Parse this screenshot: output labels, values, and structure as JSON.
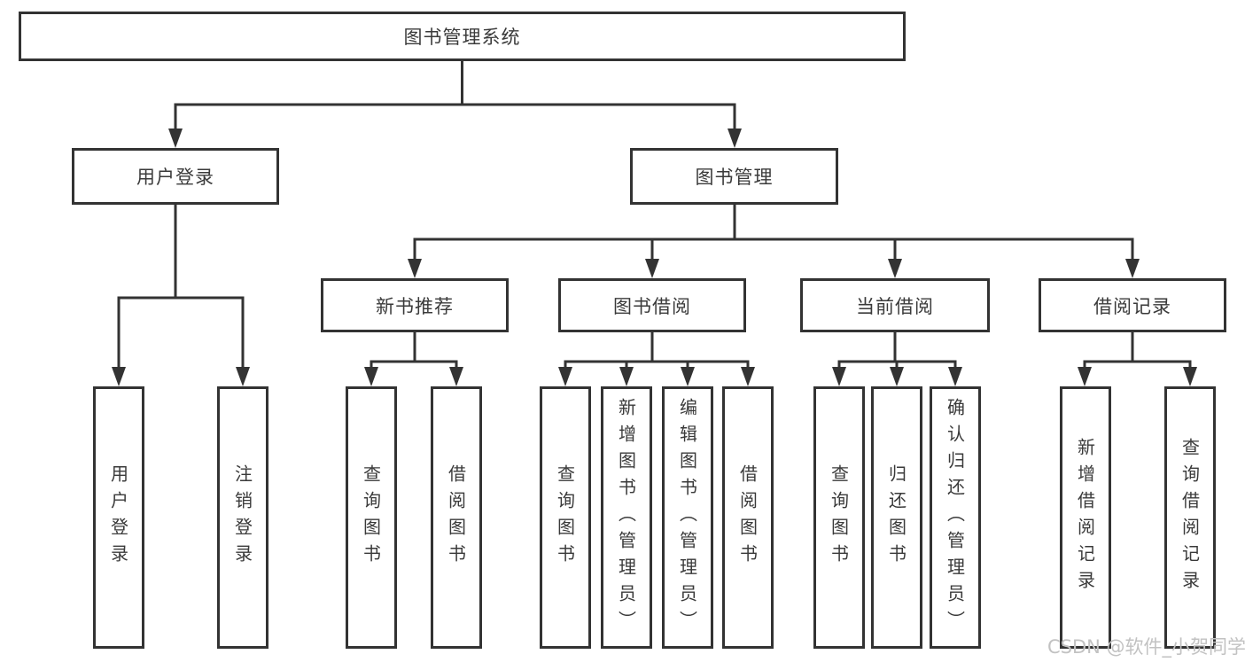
{
  "tree": {
    "root": {
      "label": "图书管理系统",
      "children": [
        {
          "label": "用户登录",
          "children": [
            {
              "label": "用户登录"
            },
            {
              "label": "注销登录"
            }
          ]
        },
        {
          "label": "图书管理",
          "children": [
            {
              "label": "新书推荐",
              "children": [
                {
                  "label": "查询图书"
                },
                {
                  "label": "借阅图书"
                }
              ]
            },
            {
              "label": "图书借阅",
              "children": [
                {
                  "label": "查询图书"
                },
                {
                  "label": "新增图书（管理员）"
                },
                {
                  "label": "编辑图书（管理员）"
                },
                {
                  "label": "借阅图书"
                }
              ]
            },
            {
              "label": "当前借阅",
              "children": [
                {
                  "label": "查询图书"
                },
                {
                  "label": "归还图书"
                },
                {
                  "label": "确认归还（管理员）"
                }
              ]
            },
            {
              "label": "借阅记录",
              "children": [
                {
                  "label": "新增借阅记录"
                },
                {
                  "label": "查询借阅记录"
                }
              ]
            }
          ]
        }
      ]
    }
  },
  "watermark": {
    "text": "CSDN @软件_小贺同学"
  },
  "colors": {
    "line": "#333333",
    "text": "#3a3a3a",
    "watermark": "#c2c2c2",
    "background": "#ffffff"
  }
}
